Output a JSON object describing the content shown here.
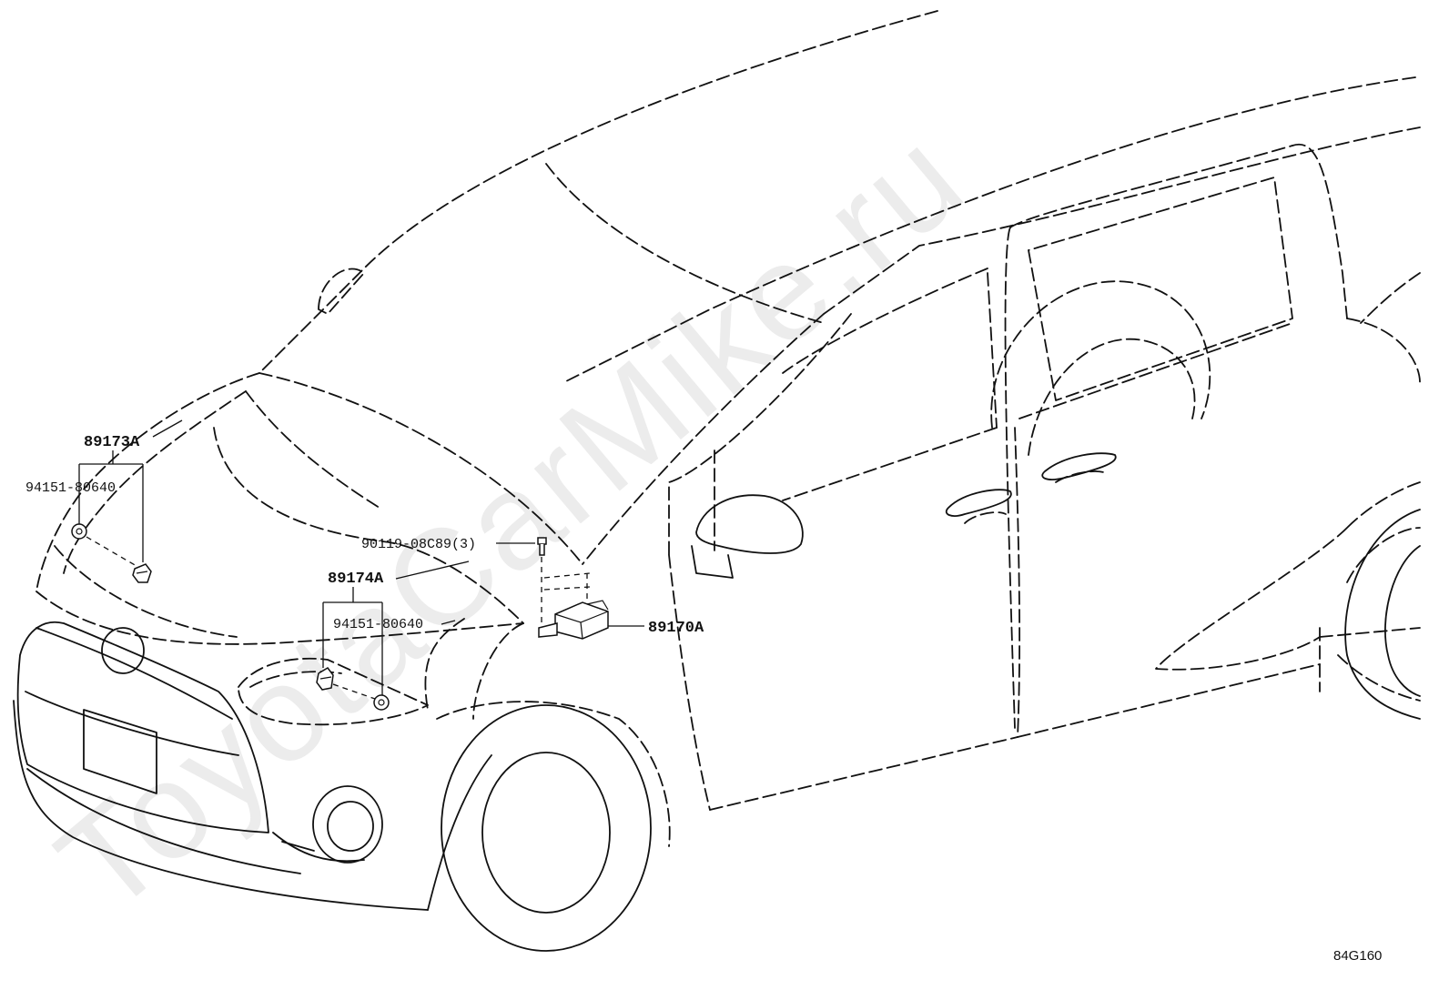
{
  "watermark": "ToyotaCarMike.ru",
  "callouts": {
    "sensor_front_left": "89173A",
    "clip_front_left": "94151-80640",
    "bolt": "90119-08C89(3)",
    "sensor_front_center": "89174A",
    "clip_front_center": "94151-80640",
    "airbag_module": "89170A"
  },
  "figure_code": "84G160"
}
